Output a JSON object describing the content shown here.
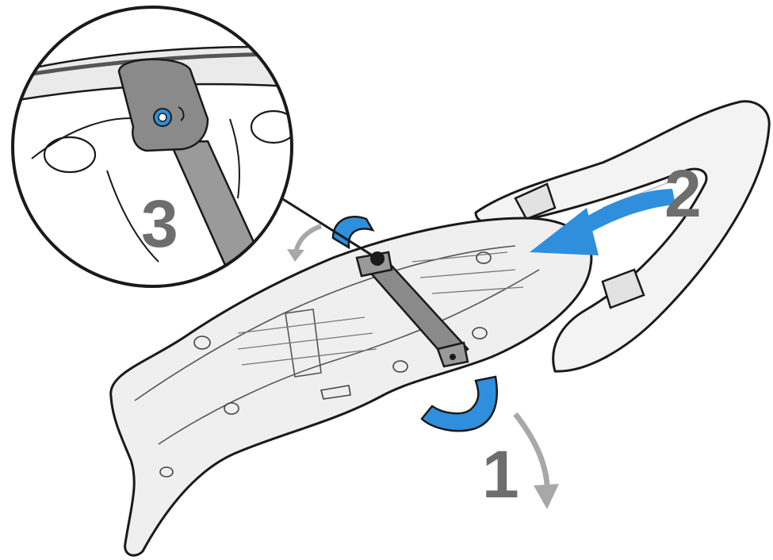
{
  "steps": [
    {
      "number": "1",
      "action": "unclip-rear-strap-arrow"
    },
    {
      "number": "2",
      "action": "slide-seat-arrow"
    },
    {
      "number": "3",
      "action": "bracket-screw-detail"
    }
  ],
  "colors": {
    "accent_blue": "#2f8fdd",
    "step_label_gray": "#6e6e6e",
    "arrow_gray": "#a8a8a8",
    "outline": "#1a1a1a",
    "seat_fill": "#efefef",
    "bracket_fill": "#8a8a8a"
  },
  "icons": {
    "detail_callout": "magnifier-circle-icon",
    "screw": "screw-icon"
  }
}
